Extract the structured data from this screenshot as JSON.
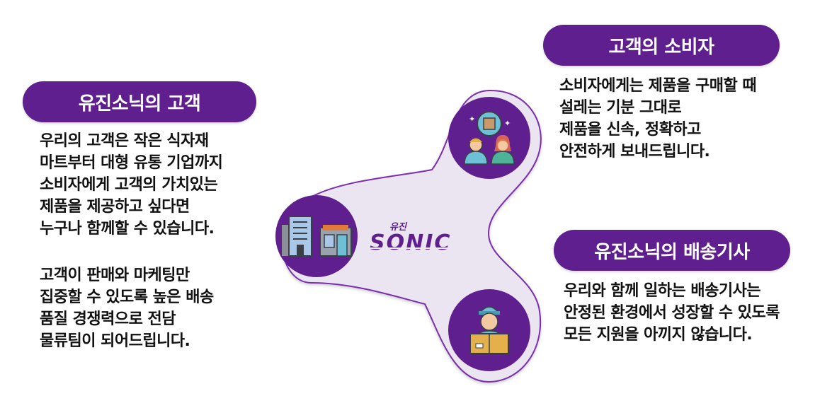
{
  "left": {
    "title": "유진소닉의 고객",
    "paragraph1": "우리의 고객은 작은 식자재\n마트부터 대형 유통 기업까지\n소비자에게 고객의 가치있는\n제품을 제공하고 싶다면\n누구나 함께할 수 있습니다.",
    "paragraph2": "고객이 판매와 마케팅만\n집중할 수 있도록 높은 배송\n품질 경쟁력으로 전담\n물류팀이 되어드립니다."
  },
  "top_right": {
    "title": "고객의 소비자",
    "paragraph": "소비자에게는 제품을 구매할 때\n설레는 기분 그대로\n제품을 신속, 정확하고\n안전하게 보내드립니다."
  },
  "bottom_right": {
    "title": "유진소닉의 배송기사",
    "paragraph": "우리와 함께 일하는 배송기사는\n안정된 환경에서 성장할 수 있도록\n모든 지원을 아끼지 않습니다."
  },
  "logo": {
    "small_text": "유진",
    "brand": "SONIC"
  },
  "colors": {
    "purple": "#5f1f8f",
    "spinner_fill": "#ebe4f1",
    "spinner_stroke": "#7a2fb0"
  },
  "icons": [
    "buildings-icon",
    "customers-icon",
    "delivery-person-icon"
  ]
}
